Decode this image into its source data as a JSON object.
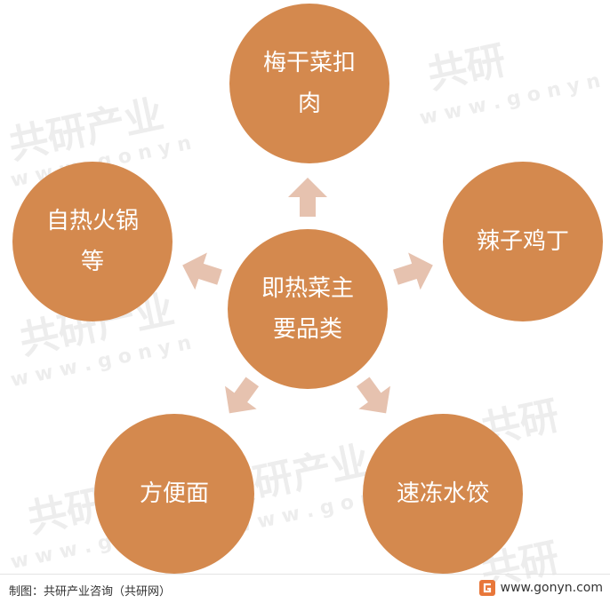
{
  "diagram": {
    "center": {
      "label_line1": "即热菜主",
      "label_line2": "要品类"
    },
    "top": {
      "label_line1": "梅干菜扣",
      "label_line2": "肉"
    },
    "right": {
      "label_line1": "辣子鸡丁"
    },
    "bottom_right": {
      "label_line1": "速冻水饺"
    },
    "bottom_left": {
      "label_line1": "方便面"
    },
    "left": {
      "label_line1": "自热火锅",
      "label_line2": "等"
    }
  },
  "colors": {
    "node_fill": "#D4894E",
    "arrow_fill": "#E6C2AF",
    "text": "#ffffff"
  },
  "footer": {
    "source": "制图：共研产业咨询（共研网）",
    "site": "www.gonyn.com"
  },
  "watermarks": {
    "brand": "共研产业",
    "brand_alt": "共研",
    "site": "w w w . g o n y n"
  }
}
